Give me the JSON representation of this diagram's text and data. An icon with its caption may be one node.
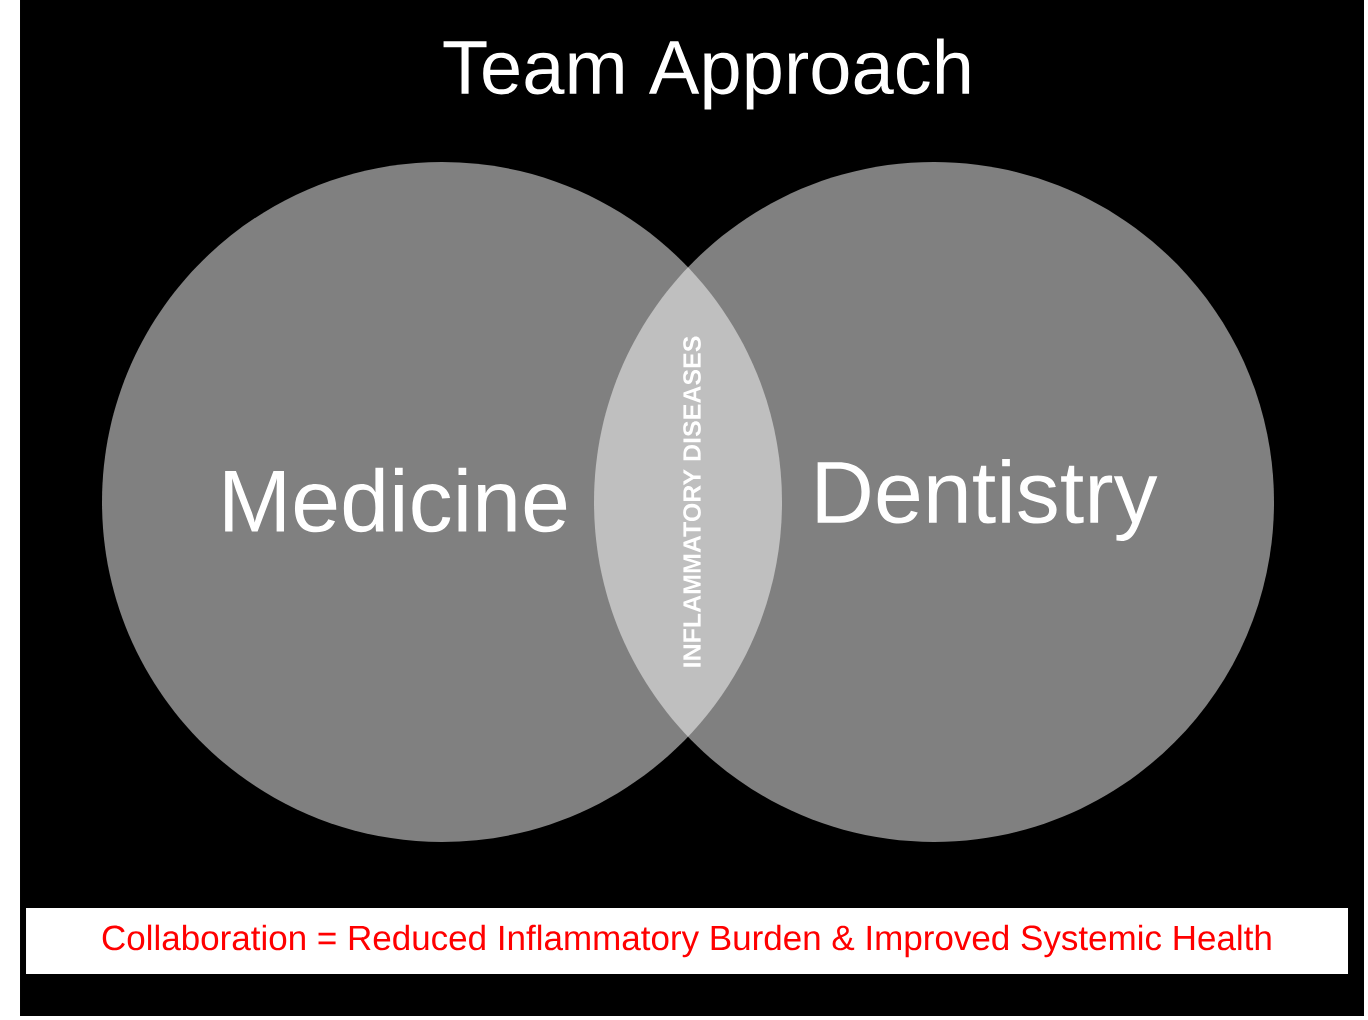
{
  "diagram": {
    "title": "Team Approach",
    "nodes": [
      {
        "text": [
          "Medicine"
        ]
      },
      {
        "text": [
          "Dentistry"
        ]
      },
      {
        "text": [
          "INFLAMMATORY DISEASES"
        ]
      }
    ],
    "caption": "Collaboration = Reduced Inflammatory Burden & Improved Systemic Health"
  }
}
